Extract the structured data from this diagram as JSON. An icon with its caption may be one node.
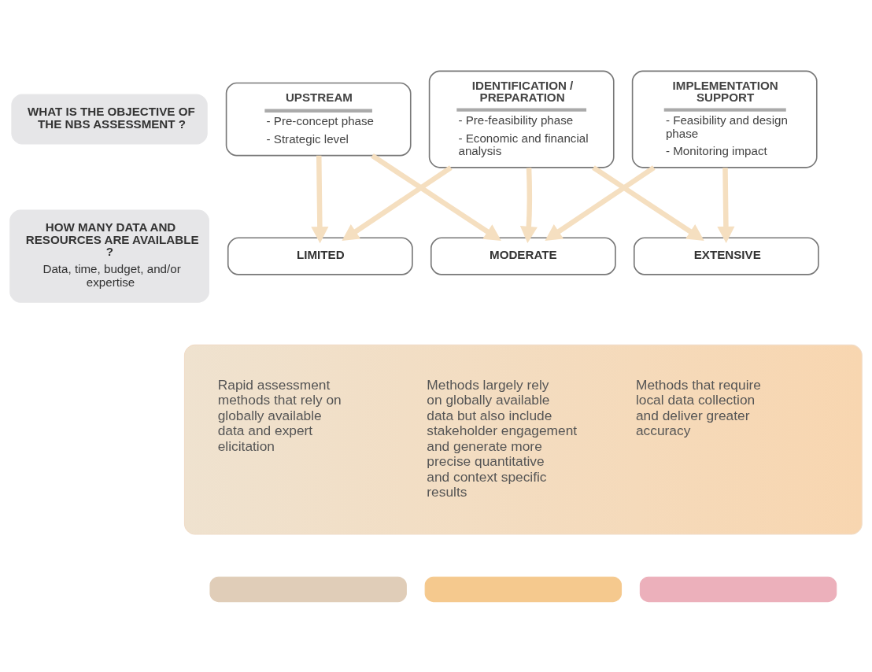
{
  "diagram": {
    "nodes": [
      {
        "text": [
          "WHAT IS THE OBJECTIVE OF THE NBS ASSESSMENT ?"
        ]
      },
      {
        "text": [
          "UPSTREAM",
          "- Pre-concept phase",
          "- Strategic level"
        ]
      },
      {
        "text": [
          "IDENTIFICATION / PREPARATION",
          "- Pre-feasibility phase",
          "- Economic and financial analysis"
        ]
      },
      {
        "text": [
          "IMPLEMENTATION SUPPORT",
          "- Feasibility and design phase",
          "- Monitoring impact"
        ]
      },
      {
        "text": [
          "HOW MANY DATA AND RESOURCES ARE AVAILABLE ?",
          "Data, time, budget, and/or expertise"
        ]
      },
      {
        "text": [
          "LIMITED"
        ]
      },
      {
        "text": [
          "MODERATE"
        ]
      },
      {
        "text": [
          "EXTENSIVE"
        ]
      },
      {
        "text": [
          "Rapid assessment methods that rely on globally available data and expert elicitation",
          "Methods largely rely on globally available data but also include stakeholder engagement and generate more precise quantitative and context specific results",
          "Methods that require local data collection and deliver greater accuracy"
        ]
      },
      {
        "text": [],
        "shape": "box"
      },
      {
        "text": [],
        "shape": "box"
      },
      {
        "text": [],
        "shape": "box"
      }
    ],
    "edges": [
      {
        "from": 1,
        "to": 5,
        "arrow": "to"
      },
      {
        "from": 1,
        "to": 6,
        "arrow": "to"
      },
      {
        "from": 2,
        "to": 5,
        "arrow": "to"
      },
      {
        "from": 2,
        "to": 6,
        "arrow": "to"
      },
      {
        "from": 2,
        "to": 7,
        "arrow": "to"
      },
      {
        "from": 3,
        "to": 6,
        "arrow": "to"
      },
      {
        "from": 3,
        "to": 7,
        "arrow": "to"
      }
    ]
  }
}
